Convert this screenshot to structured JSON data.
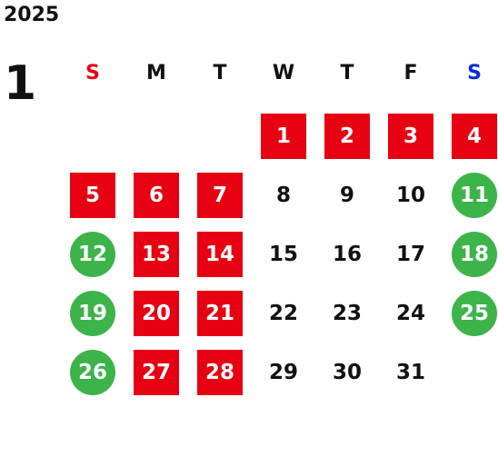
{
  "year": "2025",
  "month": "1",
  "colors": {
    "holiday_red": "#e60012",
    "holiday_green": "#3cb44a",
    "sunday_label": "#e60012",
    "saturday_label": "#0a2bd6",
    "text": "#111111",
    "on_badge_text": "#ffffff"
  },
  "weekdays": [
    {
      "label": "S",
      "kind": "sun"
    },
    {
      "label": "M",
      "kind": "weekday"
    },
    {
      "label": "T",
      "kind": "weekday"
    },
    {
      "label": "W",
      "kind": "weekday"
    },
    {
      "label": "T",
      "kind": "weekday"
    },
    {
      "label": "F",
      "kind": "weekday"
    },
    {
      "label": "S",
      "kind": "sat"
    }
  ],
  "days": [
    {
      "day": "1",
      "week": 0,
      "weekday": 3,
      "style": "red"
    },
    {
      "day": "2",
      "week": 0,
      "weekday": 4,
      "style": "red"
    },
    {
      "day": "3",
      "week": 0,
      "weekday": 5,
      "style": "red"
    },
    {
      "day": "4",
      "week": 0,
      "weekday": 6,
      "style": "red"
    },
    {
      "day": "5",
      "week": 1,
      "weekday": 0,
      "style": "red"
    },
    {
      "day": "6",
      "week": 1,
      "weekday": 1,
      "style": "red"
    },
    {
      "day": "7",
      "week": 1,
      "weekday": 2,
      "style": "red"
    },
    {
      "day": "8",
      "week": 1,
      "weekday": 3,
      "style": "plain"
    },
    {
      "day": "9",
      "week": 1,
      "weekday": 4,
      "style": "plain"
    },
    {
      "day": "10",
      "week": 1,
      "weekday": 5,
      "style": "plain"
    },
    {
      "day": "11",
      "week": 1,
      "weekday": 6,
      "style": "green"
    },
    {
      "day": "12",
      "week": 2,
      "weekday": 0,
      "style": "green"
    },
    {
      "day": "13",
      "week": 2,
      "weekday": 1,
      "style": "red"
    },
    {
      "day": "14",
      "week": 2,
      "weekday": 2,
      "style": "red"
    },
    {
      "day": "15",
      "week": 2,
      "weekday": 3,
      "style": "plain"
    },
    {
      "day": "16",
      "week": 2,
      "weekday": 4,
      "style": "plain"
    },
    {
      "day": "17",
      "week": 2,
      "weekday": 5,
      "style": "plain"
    },
    {
      "day": "18",
      "week": 2,
      "weekday": 6,
      "style": "green"
    },
    {
      "day": "19",
      "week": 3,
      "weekday": 0,
      "style": "green"
    },
    {
      "day": "20",
      "week": 3,
      "weekday": 1,
      "style": "red"
    },
    {
      "day": "21",
      "week": 3,
      "weekday": 2,
      "style": "red"
    },
    {
      "day": "22",
      "week": 3,
      "weekday": 3,
      "style": "plain"
    },
    {
      "day": "23",
      "week": 3,
      "weekday": 4,
      "style": "plain"
    },
    {
      "day": "24",
      "week": 3,
      "weekday": 5,
      "style": "plain"
    },
    {
      "day": "25",
      "week": 3,
      "weekday": 6,
      "style": "green"
    },
    {
      "day": "26",
      "week": 4,
      "weekday": 0,
      "style": "green"
    },
    {
      "day": "27",
      "week": 4,
      "weekday": 1,
      "style": "red"
    },
    {
      "day": "28",
      "week": 4,
      "weekday": 2,
      "style": "red"
    },
    {
      "day": "29",
      "week": 4,
      "weekday": 3,
      "style": "plain"
    },
    {
      "day": "30",
      "week": 4,
      "weekday": 4,
      "style": "plain"
    },
    {
      "day": "31",
      "week": 4,
      "weekday": 5,
      "style": "plain"
    }
  ]
}
